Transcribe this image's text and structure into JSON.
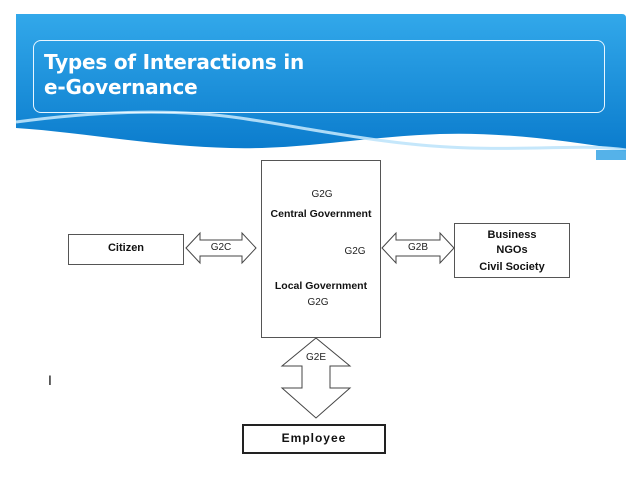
{
  "slide": {
    "title_line1": "Types of Interactions in",
    "title_line2": "e-Governance",
    "stray_mark": "I"
  },
  "diagram": {
    "citizen": "Citizen",
    "employee": "Employee",
    "central_government": "Central Government",
    "local_government": "Local Government",
    "business": [
      "Business",
      "NGOs",
      "Civil Society"
    ],
    "links": {
      "citizen": "G2C",
      "business": "G2B",
      "employee": "G2E",
      "vertical": "G2G",
      "central_cycle": "G2G",
      "local_cycle": "G2G"
    }
  },
  "colors": {
    "header_top": "#2a9fe3",
    "header_bottom": "#0d7fd0",
    "arrow_fill": "#9a9a9a",
    "box_border": "#555555"
  }
}
